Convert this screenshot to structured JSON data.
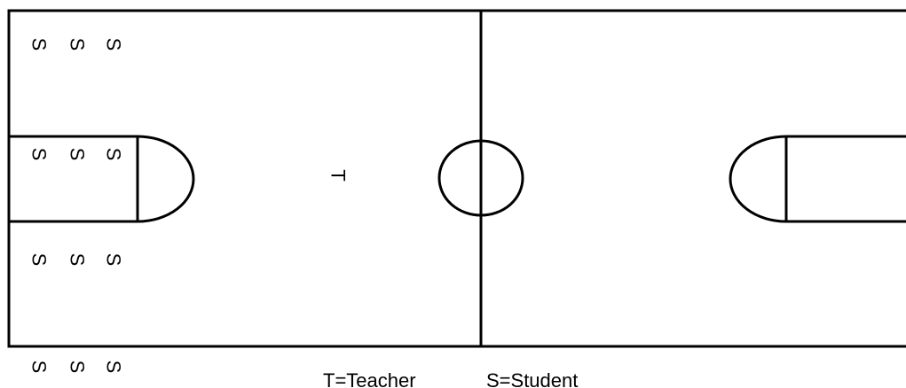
{
  "diagram": {
    "teacher_mark": "T",
    "student_mark": "S",
    "legend": {
      "teacher": "T=Teacher",
      "student": "S=Student"
    }
  }
}
